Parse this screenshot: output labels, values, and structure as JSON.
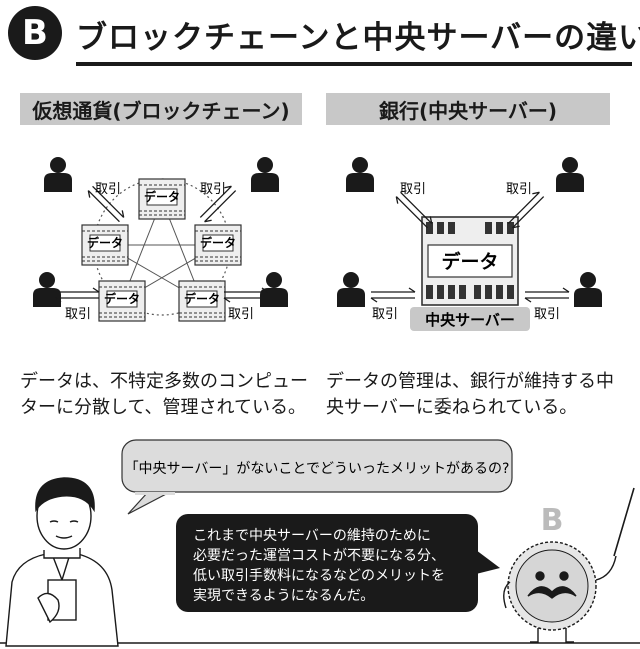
{
  "header": {
    "logo_glyph": "B",
    "title": "ブロックチェーンと中央サーバーの違い"
  },
  "left_panel": {
    "heading": "仮想通貨(ブロックチェーン)",
    "node_label": "データ",
    "transaction_label": "取引",
    "description_line1": "データは、不特定多数のコンピュー",
    "description_line2": "ターに分散して、管理されている。"
  },
  "right_panel": {
    "heading": "銀行(中央サーバー)",
    "data_label": "データ",
    "server_label": "中央サーバー",
    "transaction_label": "取引",
    "description_line1": "データの管理は、銀行が維持する中",
    "description_line2": "央サーバーに委ねられている。"
  },
  "dialogue": {
    "question": "「中央サーバー」がないことでどういったメリットがあるの?",
    "answer_line1": "これまで中央サーバーの維持のために",
    "answer_line2": "必要だった運営コストが不要になる分、",
    "answer_line3": "低い取引手数料になるなどのメリットを",
    "answer_line4": "実現できるようになるんだ。",
    "coin_mark": "B"
  },
  "colors": {
    "dark": "#1a1a1a",
    "panel_gray": "#c8c8c8",
    "bubble_gray": "#dcdcdc"
  }
}
